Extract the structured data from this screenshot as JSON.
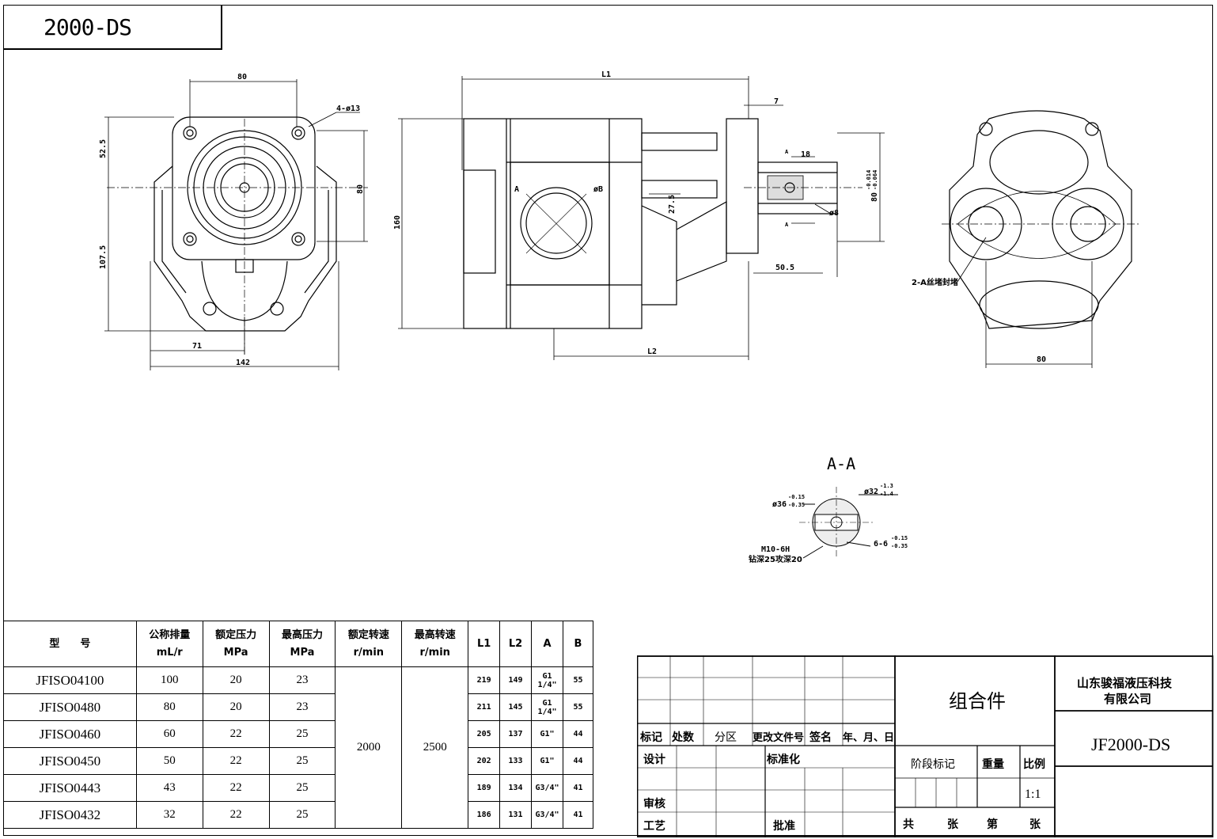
{
  "drawing_title": "2000-DS",
  "section_title": "A-A",
  "dims": {
    "front_width_top": "80",
    "front_bolt_holes": "4-ø13",
    "front_52_5": "52.5",
    "front_80_right": "80",
    "front_107_5": "107.5",
    "front_71": "71",
    "front_142": "142",
    "side_L1": "L1",
    "side_L2": "L2",
    "side_7": "7",
    "side_18": "18",
    "side_160": "160",
    "side_27_5": "27.5",
    "side_50_5": "50.5",
    "side_shaft_dia": "80",
    "side_tol_upper": "-0.014",
    "side_tol_lower": "-0.064",
    "side_phiB": "øB",
    "side_A": "A",
    "side_phiB_port": "øB",
    "side_phi8": "ø8",
    "side_mark_A": "A",
    "side_mark_A2": "A",
    "rear_80": "80",
    "rear_plug": "2-A丝堵封堵",
    "sec_36": "ø36",
    "sec_36_tol_u": "-0.15",
    "sec_36_tol_l": "-0.35",
    "sec_32": "ø32",
    "sec_32_tol": "-1.3",
    "sec_32_tol_l": "-1.4",
    "sec_thread": "M10-6H",
    "sec_depth": "钻深25攻深20",
    "sec_key": "6-6",
    "sec_key_tol_u": "-0.15",
    "sec_key_tol_l": "-0.35"
  },
  "spec_table": {
    "headers": [
      {
        "line1": "型　　号",
        "line2": ""
      },
      {
        "line1": "公称排量",
        "line2": "mL/r"
      },
      {
        "line1": "额定压力",
        "line2": "MPa"
      },
      {
        "line1": "最高压力",
        "line2": "MPa"
      },
      {
        "line1": "额定转速",
        "line2": "r/min"
      },
      {
        "line1": "最高转速",
        "line2": "r/min"
      },
      {
        "line1": "L1",
        "line2": ""
      },
      {
        "line1": "L2",
        "line2": ""
      },
      {
        "line1": "A",
        "line2": ""
      },
      {
        "line1": "B",
        "line2": ""
      }
    ],
    "rated_speed": "2000",
    "max_speed": "2500",
    "rows": [
      {
        "model": "JFISO04100",
        "disp": "100",
        "rated_p": "20",
        "max_p": "23",
        "l1": "219",
        "l2": "149",
        "a": "G1 1/4\"",
        "b": "55"
      },
      {
        "model": "JFISO0480",
        "disp": "80",
        "rated_p": "20",
        "max_p": "23",
        "l1": "211",
        "l2": "145",
        "a": "G1 1/4\"",
        "b": "55"
      },
      {
        "model": "JFISO0460",
        "disp": "60",
        "rated_p": "22",
        "max_p": "25",
        "l1": "205",
        "l2": "137",
        "a": "G1\"",
        "b": "44"
      },
      {
        "model": "JFISO0450",
        "disp": "50",
        "rated_p": "22",
        "max_p": "25",
        "l1": "202",
        "l2": "133",
        "a": "G1\"",
        "b": "44"
      },
      {
        "model": "JFISO0443",
        "disp": "43",
        "rated_p": "22",
        "max_p": "25",
        "l1": "189",
        "l2": "134",
        "a": "G3/4\"",
        "b": "41"
      },
      {
        "model": "JFISO0432",
        "disp": "32",
        "rated_p": "22",
        "max_p": "25",
        "l1": "186",
        "l2": "131",
        "a": "G3/4\"",
        "b": "41"
      }
    ]
  },
  "title_block": {
    "mark": "标记",
    "count": "处数",
    "zone": "分区",
    "change_doc": "更改文件号",
    "sign": "签名",
    "date": "年、月、日",
    "design": "设计",
    "standard": "标准化",
    "review": "审核",
    "process": "工艺",
    "approve": "批准",
    "part_name": "组合件",
    "stage_mark": "阶段标记",
    "weight": "重量",
    "scale": "比例",
    "scale_value": "1:1",
    "total": "共",
    "sheets": "张",
    "sheet_no": "第",
    "sheets2": "张",
    "company_line1": "山东骏福液压科技",
    "company_line2": "有限公司",
    "drawing_no": "JF2000-DS"
  }
}
